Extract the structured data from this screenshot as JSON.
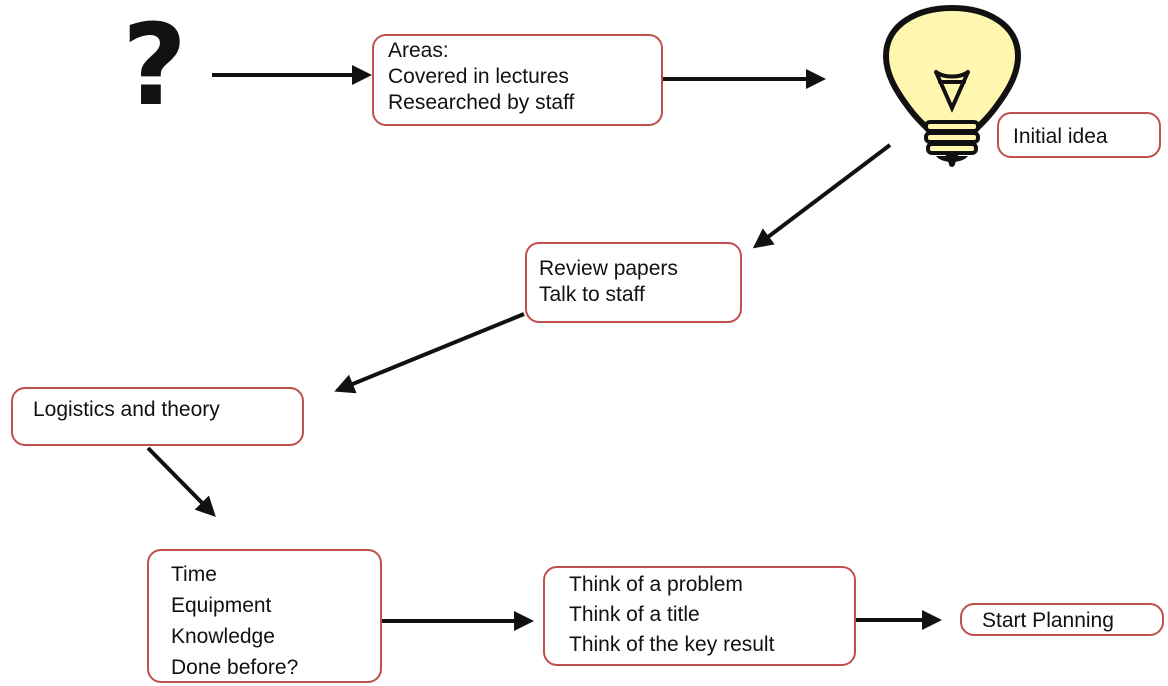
{
  "start_symbol": "?",
  "nodes": {
    "areas": {
      "lines": [
        "Areas:",
        "Covered in lectures",
        "Researched by staff"
      ]
    },
    "initial_idea": {
      "label": "Initial idea"
    },
    "review": {
      "lines": [
        "Review papers",
        "Talk to staff"
      ]
    },
    "logistics": {
      "label": "Logistics and theory"
    },
    "factors": {
      "lines": [
        "Time",
        "Equipment",
        "Knowledge",
        "Done before?"
      ]
    },
    "think": {
      "lines": [
        "Think of a problem",
        "Think of a title",
        "Think of the key result"
      ]
    },
    "start_planning": {
      "label": "Start Planning"
    }
  },
  "colors": {
    "box_border": "#c0504d",
    "bulb_fill": "#fff7b0",
    "arrow": "#111111"
  },
  "icons": [
    "question-mark-icon",
    "lightbulb-icon"
  ]
}
